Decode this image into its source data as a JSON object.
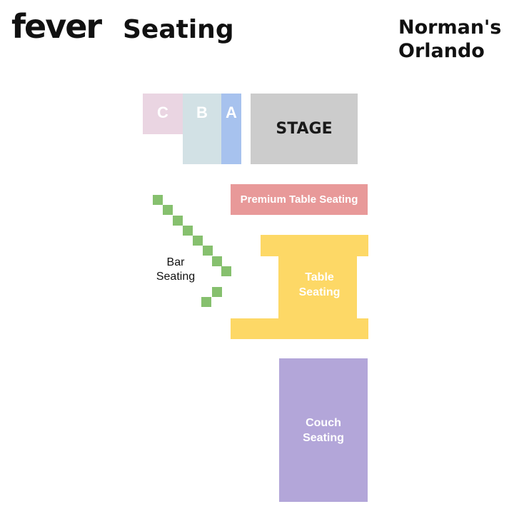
{
  "header": {
    "brand": "fever",
    "title": "Seating",
    "venue": [
      "Norman's",
      "Orlando"
    ]
  },
  "sections": {
    "c": "C",
    "b": "B",
    "a": "A",
    "stage": "STAGE",
    "premium": "Premium Table Seating",
    "table": [
      "Table",
      "Seating"
    ],
    "couch": [
      "Couch",
      "Seating"
    ],
    "bar": [
      "Bar",
      "Seating"
    ]
  },
  "colors": {
    "c": "#ead5e2",
    "b": "#d2e1e5",
    "a": "#a7c2ee",
    "stage": "#cccccc",
    "premium": "#e89999",
    "table": "#fdd866",
    "couch": "#b3a6d9",
    "bar": "#86c06e"
  },
  "icons": {
    "bar_seat": "green-square"
  }
}
